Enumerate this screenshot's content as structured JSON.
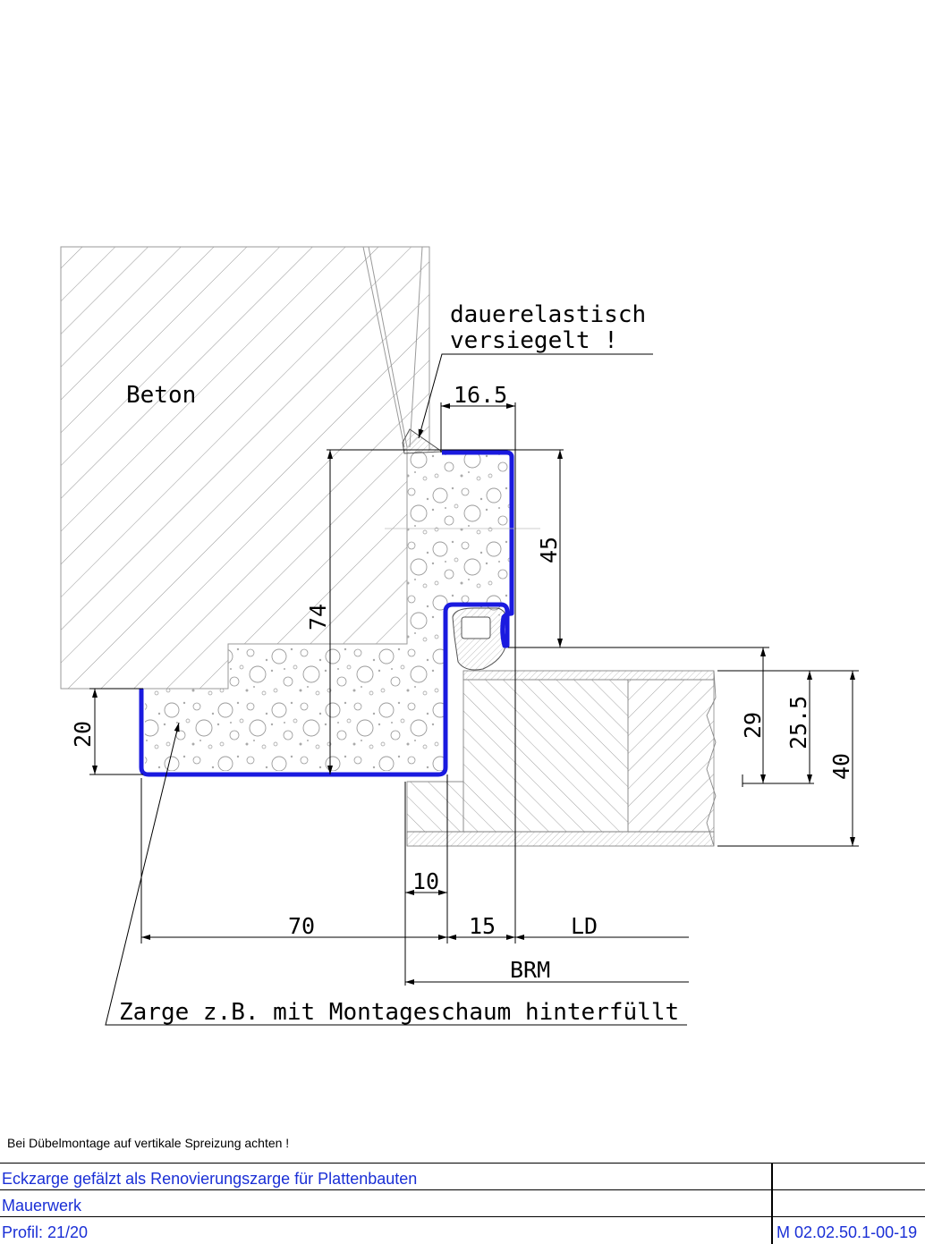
{
  "drawing": {
    "label_beton": "Beton",
    "label_seal_line1": "dauerelastisch",
    "label_seal_line2": "versiegelt !",
    "label_foam": "Zarge z.B. mit Montageschaum hinterfüllt",
    "dimensions": {
      "top_width": "16.5",
      "right_height": "45",
      "total_height": "74",
      "left_height": "20",
      "door_29": "29",
      "door_25_5": "25.5",
      "door_40": "40",
      "gap_10": "10",
      "width_70": "70",
      "width_15": "15",
      "ld": "LD",
      "brm": "BRM"
    },
    "colors": {
      "profile": "#1a1adf",
      "line": "#000000",
      "hatch": "#9a9a9a"
    }
  },
  "notes": {
    "dowel_note": "Bei Dübelmontage auf vertikale Spreizung achten !"
  },
  "title_block": {
    "title": "Eckzarge gefälzt als Renovierungszarge für Plattenbauten",
    "material": "Mauerwerk",
    "profile": "Profil: 21/20",
    "drawing_number": "M 02.02.50.1-00-19"
  }
}
